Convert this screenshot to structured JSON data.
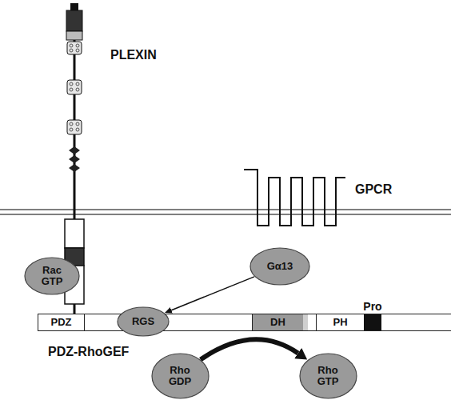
{
  "diagram": {
    "nodes": [
      {
        "text": [
          "PDZ-RhoGEF"
        ]
      },
      {
        "text": [
          "PDZ"
        ],
        "in": 0
      },
      {
        "text": [
          "RGS"
        ],
        "in": 0
      },
      {
        "text": [
          "DH"
        ],
        "in": 0
      },
      {
        "text": [
          "PH"
        ],
        "in": 0
      },
      {
        "text": [
          "Pro"
        ],
        "in": 0
      },
      {
        "text": [
          "Rac GTP"
        ]
      },
      {
        "text": [
          "Gα13"
        ]
      },
      {
        "text": [
          "Rho GDP"
        ]
      },
      {
        "text": [
          "Rho GTP"
        ]
      }
    ],
    "edges": [
      {
        "from": 7,
        "to": 2,
        "arrow": "to"
      },
      {
        "from": 8,
        "to": 9,
        "arrow": "to"
      }
    ],
    "labels": [
      "PLEXIN",
      "GPCR"
    ]
  }
}
